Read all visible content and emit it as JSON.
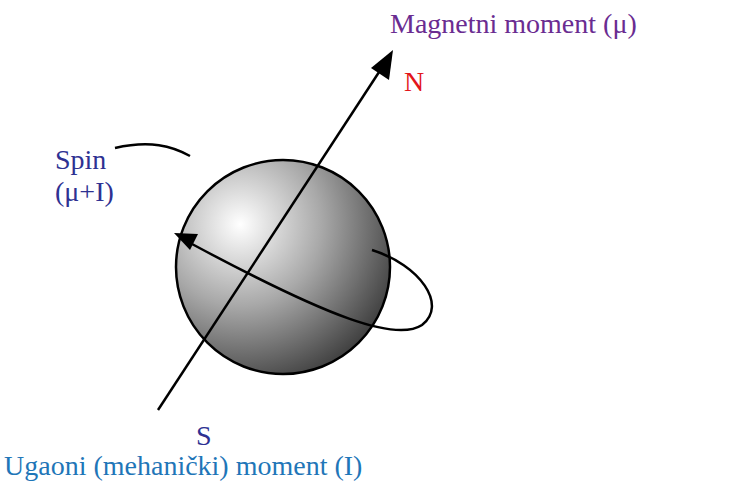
{
  "diagram": {
    "labels": [
      "Magnetni moment (μ)",
      "N",
      "Spin (μ+I)",
      "S",
      "Ugaoni (mehanički) moment (I)"
    ]
  }
}
